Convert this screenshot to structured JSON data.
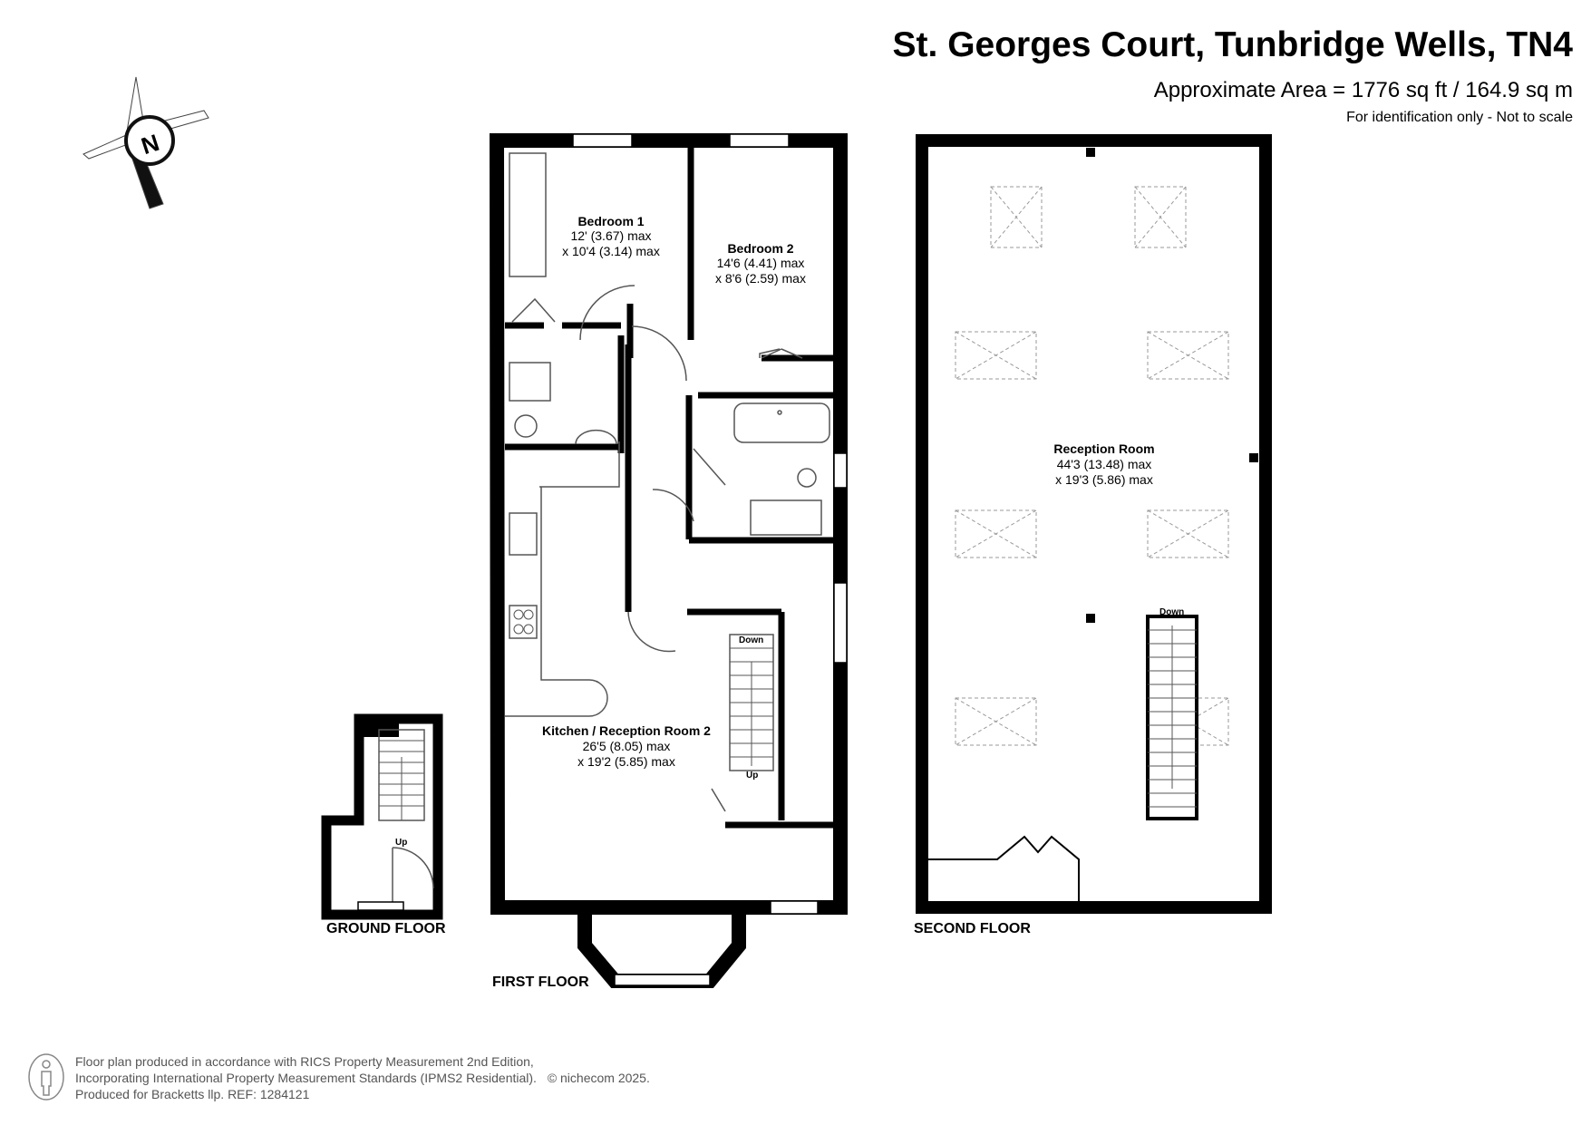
{
  "header": {
    "title": "St. Georges Court, Tunbridge Wells, TN4",
    "area": "Approximate Area = 1776 sq ft / 164.9 sq m",
    "note": "For identification only - Not to scale"
  },
  "compass": {
    "label": "N"
  },
  "floors": {
    "ground": {
      "label": "GROUND FLOOR",
      "stairs_label": "Up"
    },
    "first": {
      "label": "FIRST FLOOR",
      "stairs_down": "Down",
      "stairs_up": "Up",
      "rooms": [
        {
          "name": "Bedroom 1",
          "dim1": "12' (3.67) max",
          "dim2": "x 10'4 (3.14) max"
        },
        {
          "name": "Bedroom 2",
          "dim1": "14'6 (4.41) max",
          "dim2": "x 8'6 (2.59) max"
        },
        {
          "name": "Kitchen / Reception Room 2",
          "dim1": "26'5 (8.05) max",
          "dim2": "x 19'2 (5.85) max"
        }
      ]
    },
    "second": {
      "label": "SECOND FLOOR",
      "stairs_label": "Down",
      "rooms": [
        {
          "name": "Reception Room",
          "dim1": "44'3 (13.48) max",
          "dim2": "x 19'3 (5.86) max"
        }
      ]
    }
  },
  "footer": {
    "line1": "Floor plan produced in accordance with RICS Property Measurement 2nd Edition,",
    "line2": "Incorporating International Property Measurement Standards (IPMS2 Residential).",
    "copyright": "© nichecom 2025.",
    "line3": "Produced for Bracketts llp.   REF:  1284121"
  },
  "colors": {
    "wall": "#000000",
    "fixture": "#555555",
    "skylight": "#999999",
    "footer_text": "#555555"
  }
}
